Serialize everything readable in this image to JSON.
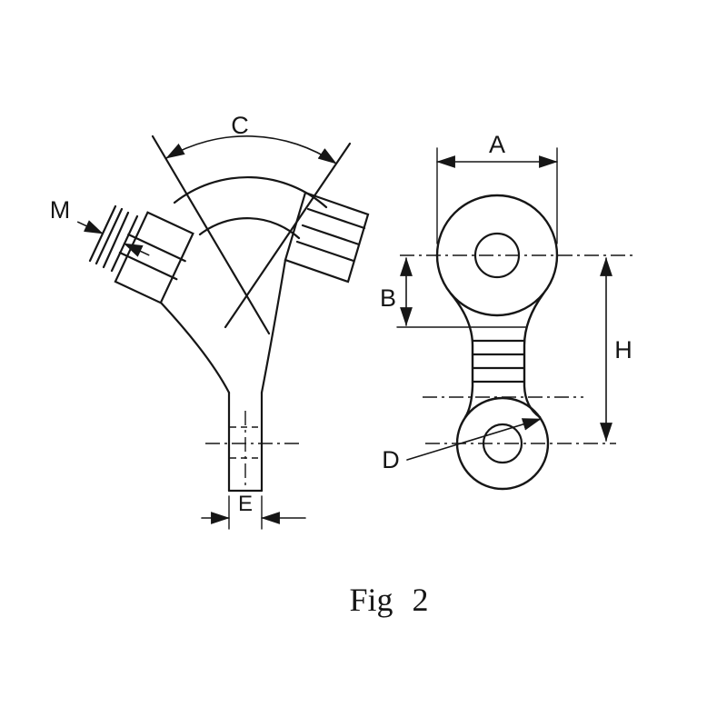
{
  "drawing": {
    "caption": "Fig 2",
    "labels": {
      "c": "C",
      "m": "M",
      "e": "E",
      "a": "A",
      "b": "B",
      "h": "H",
      "d": "D"
    },
    "colors": {
      "line": "#161616",
      "background": "#ffffff"
    }
  }
}
